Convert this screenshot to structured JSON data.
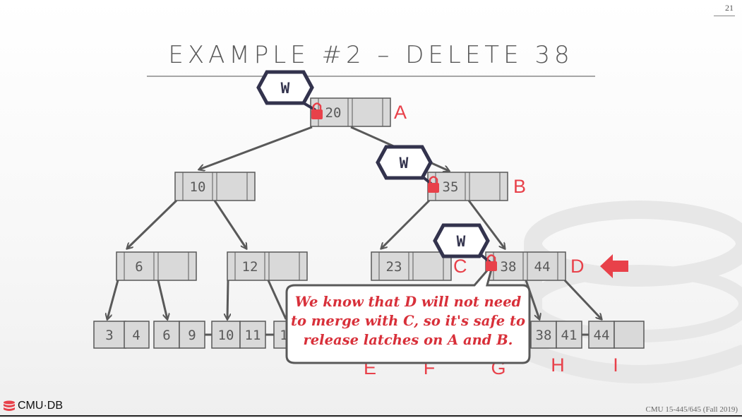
{
  "slide": {
    "page_number": "21",
    "title": "EXAMPLE #2 – DELETE 38",
    "logo_text": "CMU·DB",
    "course": "CMU 15-445/645 (Fall 2019)"
  },
  "colors": {
    "node_fill": "#d9d9d9",
    "node_stroke": "#595959",
    "label_red": "#e8414a",
    "latch_border": "#33334d",
    "arrow_red": "#e8414a"
  },
  "latch_mode": "W",
  "tree": {
    "nodes": [
      {
        "id": "A",
        "keys": [
          "20",
          ""
        ],
        "label": "A",
        "latched": true
      },
      {
        "id": "B",
        "keys": [
          "35",
          ""
        ],
        "label": "B",
        "latched": true
      },
      {
        "id": "n10",
        "keys": [
          "10",
          ""
        ],
        "label": ""
      },
      {
        "id": "n6",
        "keys": [
          "6",
          ""
        ],
        "label": ""
      },
      {
        "id": "n12",
        "keys": [
          "12",
          ""
        ],
        "label": ""
      },
      {
        "id": "C",
        "keys": [
          "23",
          ""
        ],
        "label": "C"
      },
      {
        "id": "D",
        "keys": [
          "38",
          "44"
        ],
        "label": "D",
        "latched": true
      },
      {
        "id": "L1",
        "keys": [
          "3",
          "4"
        ],
        "label": ""
      },
      {
        "id": "L2",
        "keys": [
          "6",
          "9"
        ],
        "label": ""
      },
      {
        "id": "L3",
        "keys": [
          "10",
          "11"
        ],
        "label": ""
      },
      {
        "id": "L4",
        "keys": [
          "1",
          ""
        ],
        "label": ""
      },
      {
        "id": "H",
        "keys": [
          "38",
          "41"
        ],
        "label": "H"
      },
      {
        "id": "I",
        "keys": [
          "44",
          ""
        ],
        "label": "I"
      }
    ],
    "leaf_labels": [
      "E",
      "F",
      "G"
    ]
  },
  "callout": {
    "lines": [
      "We know that D will not need",
      "to merge with C, so it's safe to",
      "release latches on A and B."
    ]
  }
}
